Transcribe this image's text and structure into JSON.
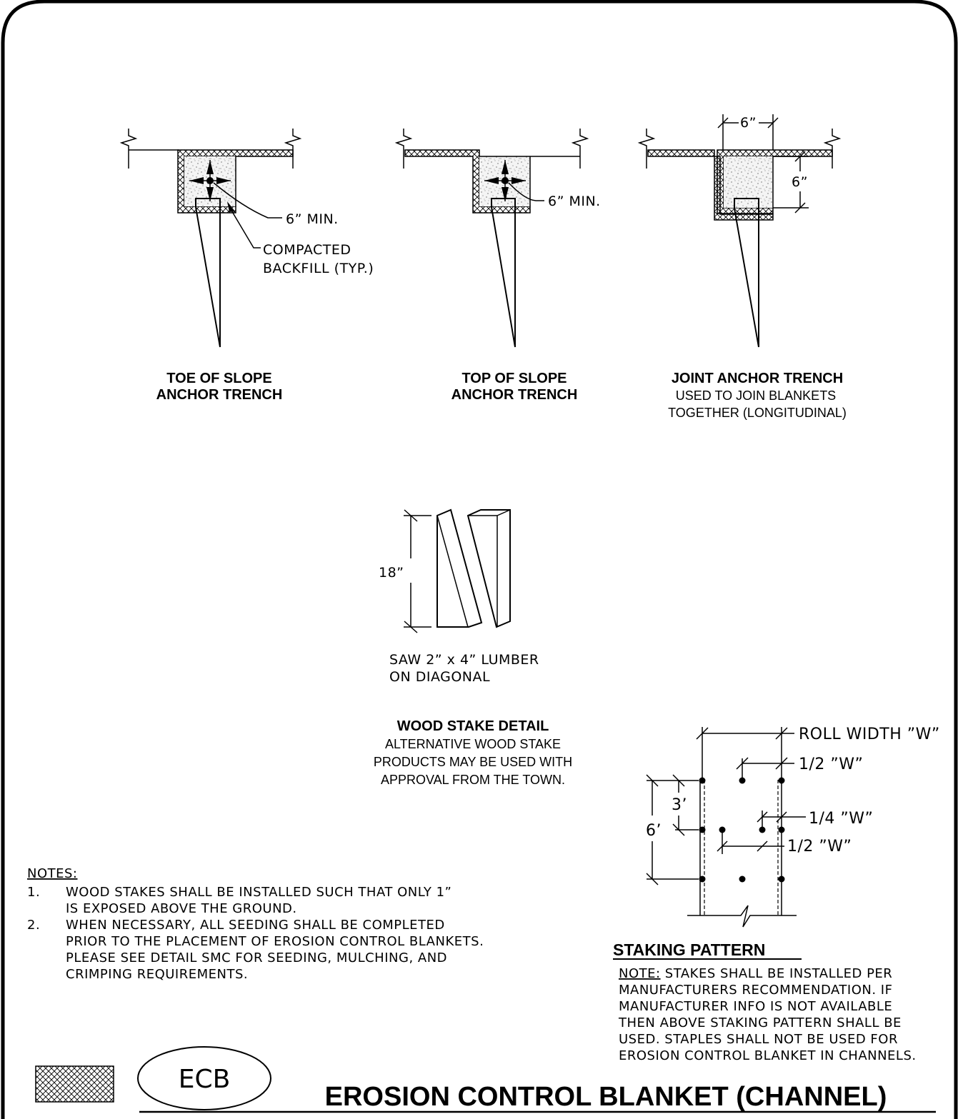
{
  "toe_detail": {
    "title_1": "TOE OF SLOPE",
    "title_2": "ANCHOR TRENCH",
    "min_label": "6” MIN.",
    "backfill_1": "COMPACTED",
    "backfill_2": "BACKFILL (TYP.)"
  },
  "top_detail": {
    "title_1": "TOP OF SLOPE",
    "title_2": "ANCHOR TRENCH",
    "min_label": "6” MIN."
  },
  "joint_detail": {
    "title_1": "JOINT ANCHOR TRENCH",
    "sub_1": "USED TO JOIN BLANKETS",
    "sub_2": "TOGETHER (LONGITUDINAL)",
    "dim_width": "6”",
    "dim_depth": "6”"
  },
  "stake_detail": {
    "dim_height": "18”",
    "saw_1": "SAW 2” x 4” LUMBER",
    "saw_2": "ON DIAGONAL",
    "title": "WOOD STAKE DETAIL",
    "sub_1": "ALTERNATIVE WOOD STAKE",
    "sub_2": "PRODUCTS MAY BE USED WITH",
    "sub_3": "APPROVAL FROM THE TOWN."
  },
  "staking_pattern": {
    "roll_width": "ROLL WIDTH ”W”",
    "half_w_top": "1/2 ”W”",
    "quarter_w": "1/4 ”W”",
    "half_w_mid": "1/2 ”W”",
    "dim_3": "3’",
    "dim_6": "6’",
    "title": "STAKING PATTERN",
    "note_label": "NOTE:",
    "note_1": " STAKES SHALL BE INSTALLED PER",
    "note_2": "MANUFACTURERS RECOMMENDATION. IF",
    "note_3": "MANUFACTURER INFO IS NOT AVAILABLE",
    "note_4": "THEN ABOVE STAKING PATTERN SHALL BE",
    "note_5": "USED. STAPLES SHALL NOT BE USED FOR",
    "note_6": "EROSION CONTROL BLANKET IN CHANNELS."
  },
  "notes": {
    "heading": "NOTES:",
    "n1_num": "1.",
    "n1_a": "WOOD STAKES SHALL BE INSTALLED SUCH THAT ONLY 1”",
    "n1_b": "IS EXPOSED ABOVE THE GROUND.",
    "n2_num": "2.",
    "n2_a": "WHEN NECESSARY, ALL SEEDING SHALL BE COMPLETED",
    "n2_b": "PRIOR TO THE PLACEMENT OF EROSION CONTROL BLANKETS.",
    "n2_c": "PLEASE SEE DETAIL SMC FOR SEEDING, MULCHING, AND",
    "n2_d": "CRIMPING REQUIREMENTS."
  },
  "title_block": {
    "code": "ECB",
    "title": "EROSION CONTROL BLANKET (CHANNEL)"
  }
}
